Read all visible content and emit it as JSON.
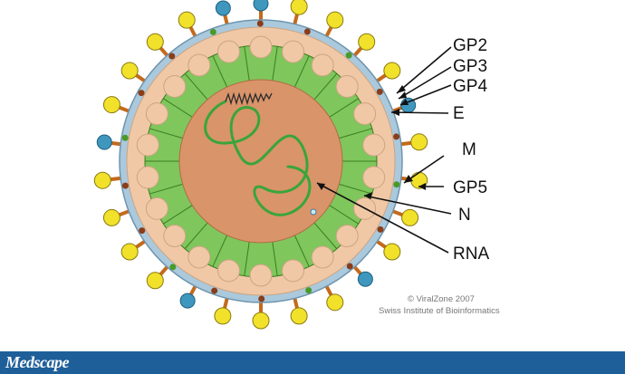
{
  "labels": {
    "gp2": "GP2",
    "gp3": "GP3",
    "gp4": "GP4",
    "e": "E",
    "m": "M",
    "gp5": "GP5",
    "n": "N",
    "rna": "RNA"
  },
  "credit": {
    "line1": "© ViralZone 2007",
    "line2": "Swiss Institute of Bioinformatics"
  },
  "footer": {
    "brand": "Medscape"
  },
  "colors": {
    "core": "#d9946a",
    "capsid": "#7fc65c",
    "capsid_dark": "#3c7d22",
    "envelope_inner": "#f1c8a6",
    "membrane": "#aac9dd",
    "gp5_yellow": "#f2e12a",
    "gp_blue": "#3f97bd",
    "footer_bg": "#1f5f99",
    "rna_green": "#3aa53a"
  }
}
